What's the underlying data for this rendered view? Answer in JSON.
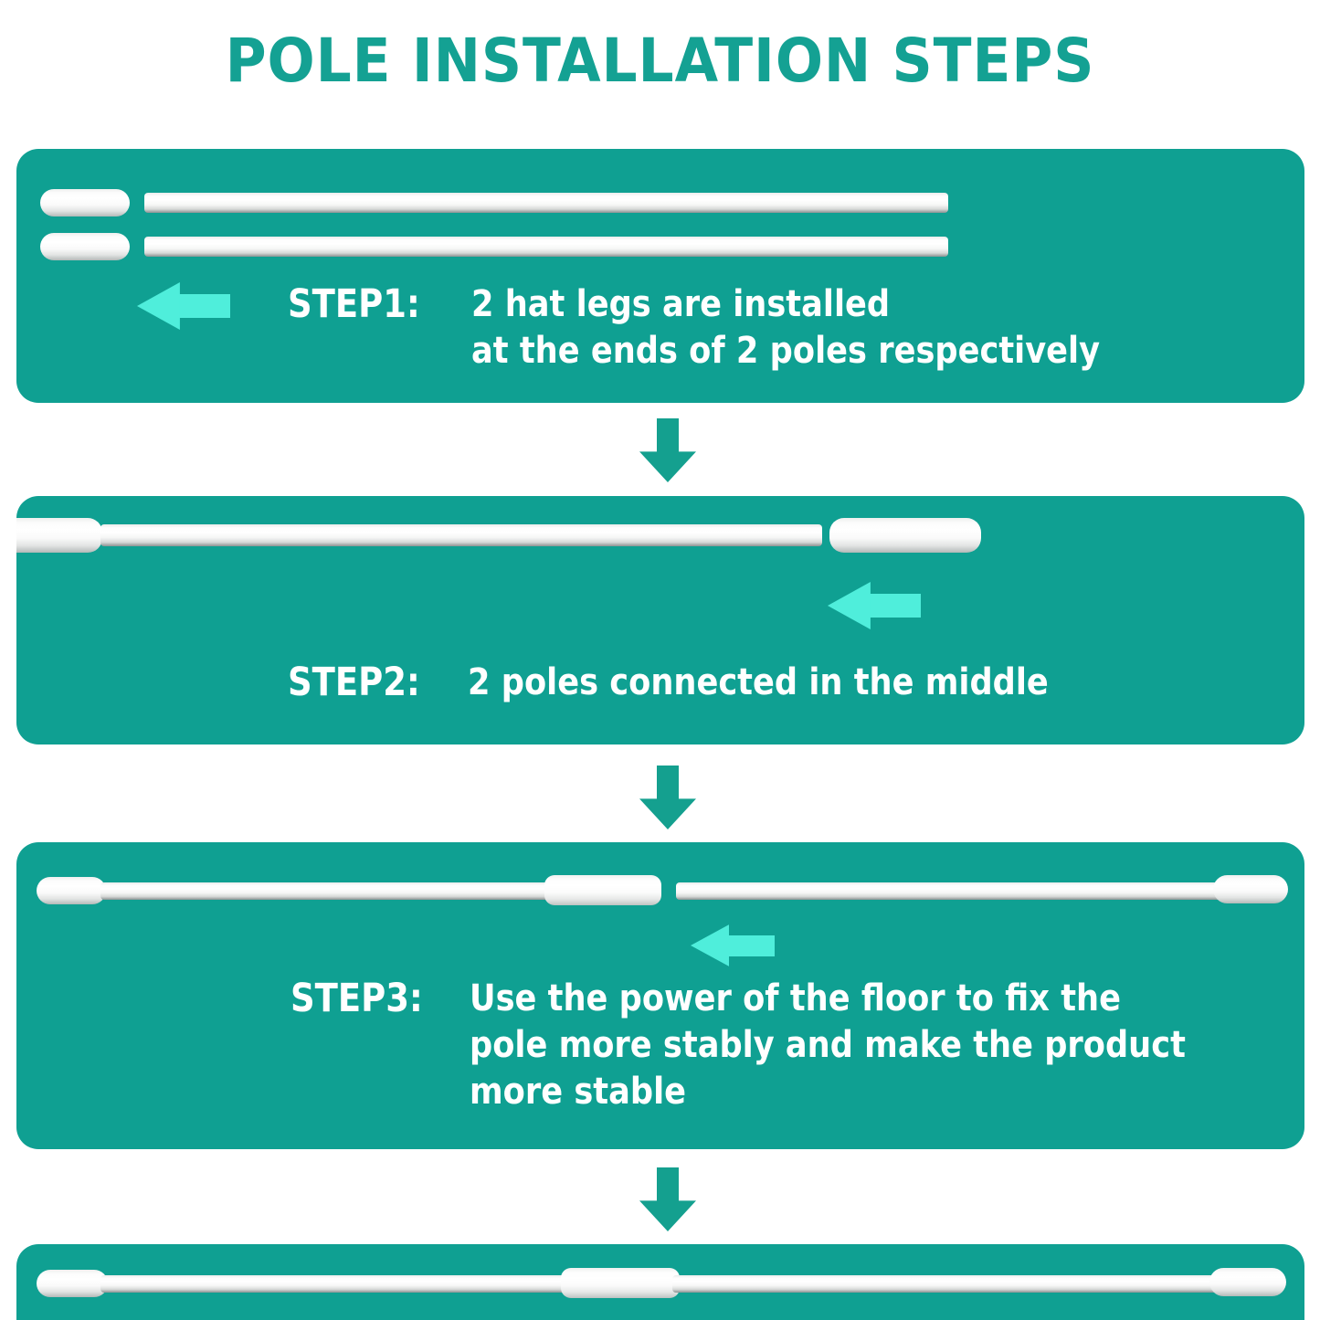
{
  "title": "POLE INSTALLATION STEPS",
  "colors": {
    "title_teal": "#14A193",
    "panel_teal": "#0FA092",
    "mint_arrow": "#4FEEDB",
    "down_arrow": "#14A08F",
    "text_white": "#FFFFFF",
    "page_background": "#FFFFFF"
  },
  "steps": [
    {
      "label": "STEP1:",
      "text": "2 hat legs are installed\nat the ends of 2 poles respectively",
      "illustration": "two-poles-with-two-separate-hat-legs"
    },
    {
      "label": "STEP2:",
      "text": "2 poles connected in the middle",
      "illustration": "one-capped-pole-with-separate-cap-piece"
    },
    {
      "label": "STEP3:",
      "text": "Use the power of the floor to fix the\npole more stably and make the product\nmore stable",
      "illustration": "two-poles-joined-by-sleeve-with-end-caps"
    }
  ],
  "result_panel": {
    "illustration": "fully-assembled-pole-with-center-joint-and-end-caps"
  },
  "icons": {
    "mint_left_arrow": "arrow-left-icon",
    "teal_down_arrow": "arrow-down-icon"
  }
}
